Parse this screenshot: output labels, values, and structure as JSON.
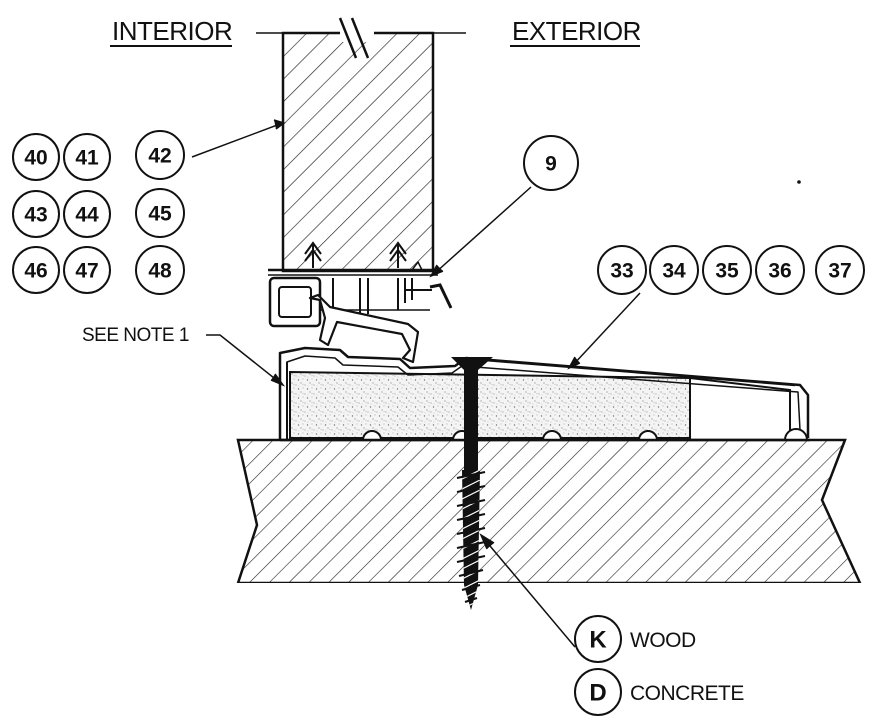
{
  "labels": {
    "interior": "INTERIOR",
    "exterior": "EXTERIOR",
    "see_note": "SEE NOTE 1"
  },
  "callouts": {
    "glass_group": [
      "40",
      "41",
      "42",
      "43",
      "44",
      "45",
      "46",
      "47",
      "48"
    ],
    "stop": "9",
    "sill_group": [
      "33",
      "34",
      "35",
      "36",
      "37"
    ]
  },
  "fasteners": [
    {
      "key": "K",
      "substrate": "WOOD"
    },
    {
      "key": "D",
      "substrate": "CONCRETE"
    }
  ]
}
